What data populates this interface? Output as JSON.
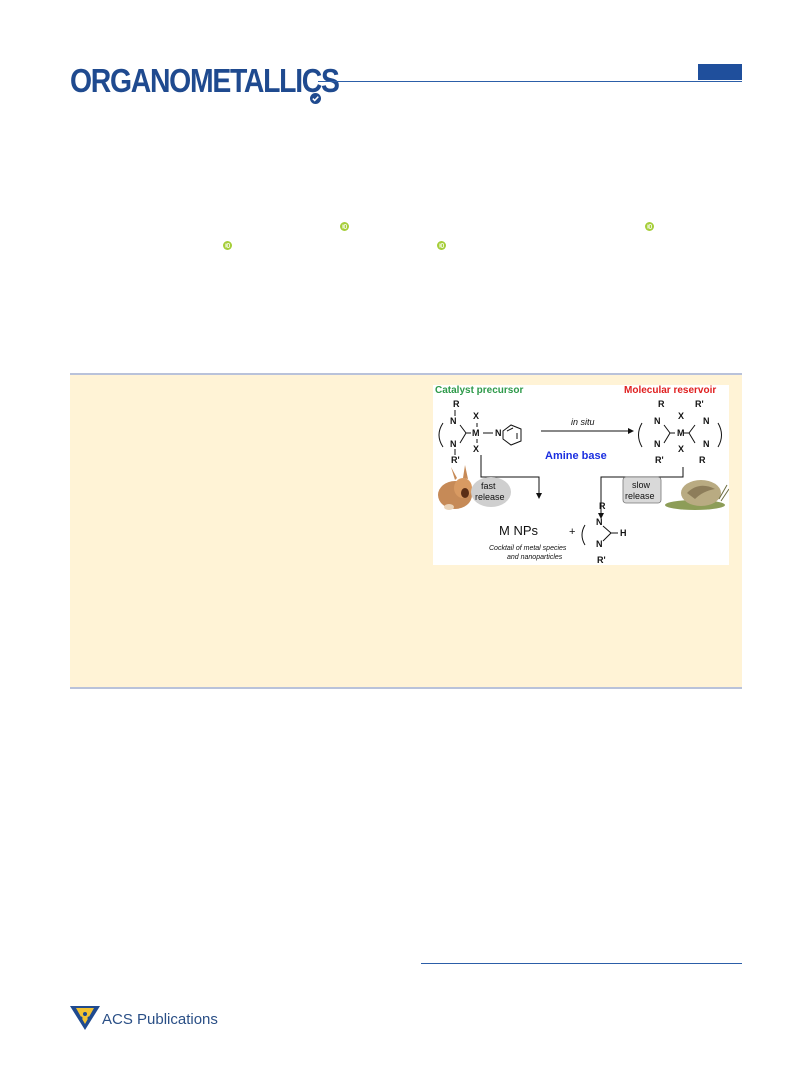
{
  "header": {
    "journal_name": "ORGANOMETALLICS"
  },
  "toc_graphic": {
    "label_left": "Catalyst precursor",
    "label_right": "Molecular reservoir",
    "arrow_label": "in situ",
    "center_label": "Amine base",
    "fast_release": [
      "fast",
      "release"
    ],
    "slow_release": [
      "slow",
      "release"
    ],
    "product": "M NPs",
    "plus": "+",
    "product_note": [
      "Cocktail of metal species",
      "and nanoparticles"
    ],
    "atoms": {
      "R": "R",
      "R_prime": "R'",
      "N": "N",
      "M": "M",
      "X": "X",
      "H": "H"
    },
    "colors": {
      "left_label": "#2e9a4a",
      "right_label": "#e02020",
      "center_label": "#1a2ee0"
    }
  },
  "footer": {
    "publisher": "ACS Publications"
  },
  "colors": {
    "brand_blue": "#1f4a8f",
    "abstract_bg": "#fff3d6",
    "orcid_green": "#a6ce39"
  }
}
